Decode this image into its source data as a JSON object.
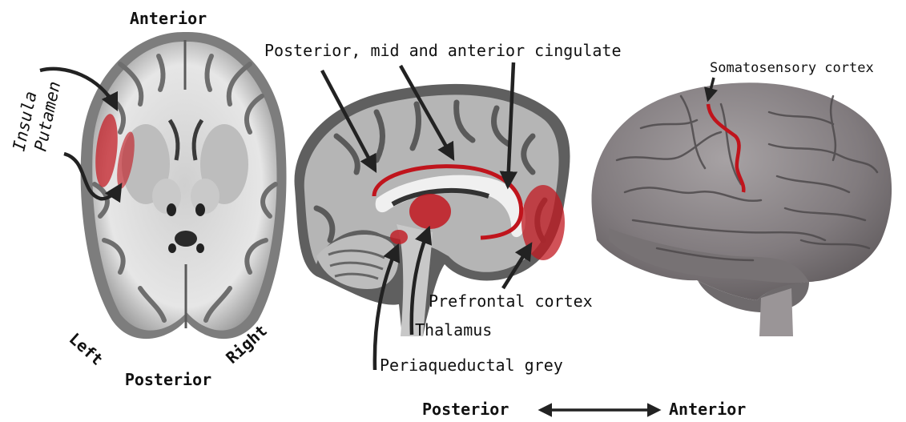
{
  "axial": {
    "top": "Anterior",
    "bottom": "Posterior",
    "left": "Left",
    "right": "Right",
    "insula": "Insula",
    "putamen": "Putamen"
  },
  "sagittal": {
    "cingulate": "Posterior, mid and anterior cingulate",
    "prefrontal": "Prefrontal cortex",
    "thalamus": "Thalamus",
    "pag": "Periaqueductal grey"
  },
  "lateral": {
    "somatosensory": "Somatosensory cortex"
  },
  "axis": {
    "posterior": "Posterior",
    "anterior": "Anterior"
  },
  "colors": {
    "highlight": "#c0141c",
    "region_fill": "#c21820",
    "brain_white": "#e8e8e8",
    "brain_grey": "#7a7a7a",
    "surface": "#8c8789"
  }
}
